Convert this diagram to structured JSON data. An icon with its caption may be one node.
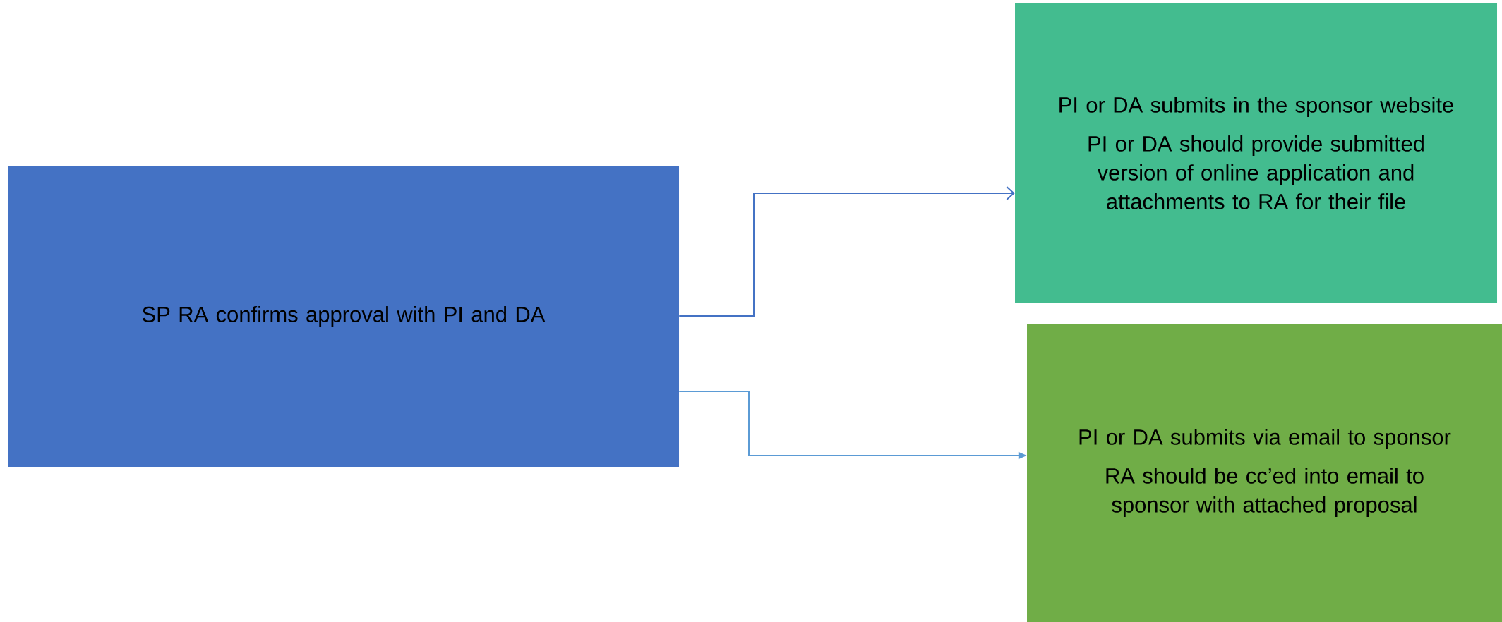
{
  "diagram": {
    "nodes": [
      {
        "text": [
          "SP RA confirms approval with PI and DA"
        ]
      },
      {
        "text": [
          "PI or DA submits in the sponsor website",
          "PI or DA should  provide submitted version of online application and attachments to RA for their file"
        ]
      },
      {
        "text": [
          "PI or DA submits via email to sponsor",
          "RA should be cc’ed into email to sponsor with attached proposal"
        ]
      }
    ],
    "edges": [
      {
        "from": 0,
        "to": 1,
        "arrow": "to",
        "color": "#4472c4"
      },
      {
        "from": 0,
        "to": 2,
        "arrow": "to",
        "color": "#5b9bd5"
      }
    ]
  }
}
